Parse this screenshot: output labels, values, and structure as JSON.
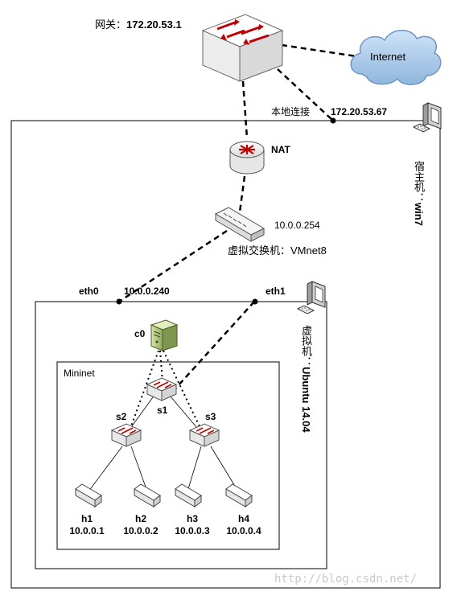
{
  "gateway": {
    "label": "网关：",
    "ip": "172.20.53.1"
  },
  "internet": {
    "label": "Internet"
  },
  "local_connection": {
    "label": "本地连接",
    "ip": "172.20.53.67"
  },
  "nat": {
    "label": "NAT"
  },
  "vswitch": {
    "ip": "10.0.0.254",
    "label": "虚拟交换机：VMnet8"
  },
  "host": {
    "label": "宿主机：",
    "os": "win7"
  },
  "vm": {
    "label": "虚拟机：",
    "os": "Ubuntu 14.04",
    "eth0": "eth0",
    "eth0_ip": "10.0.0.240",
    "eth1": "eth1"
  },
  "controller": {
    "label": "c0"
  },
  "mininet": {
    "label": "Mininet"
  },
  "switches": {
    "s1": "s1",
    "s2": "s2",
    "s3": "s3"
  },
  "hosts": [
    {
      "name": "h1",
      "ip": "10.0.0.1"
    },
    {
      "name": "h2",
      "ip": "10.0.0.2"
    },
    {
      "name": "h3",
      "ip": "10.0.0.3"
    },
    {
      "name": "h4",
      "ip": "10.0.0.4"
    }
  ],
  "watermark": "http://blog.csdn.net/"
}
